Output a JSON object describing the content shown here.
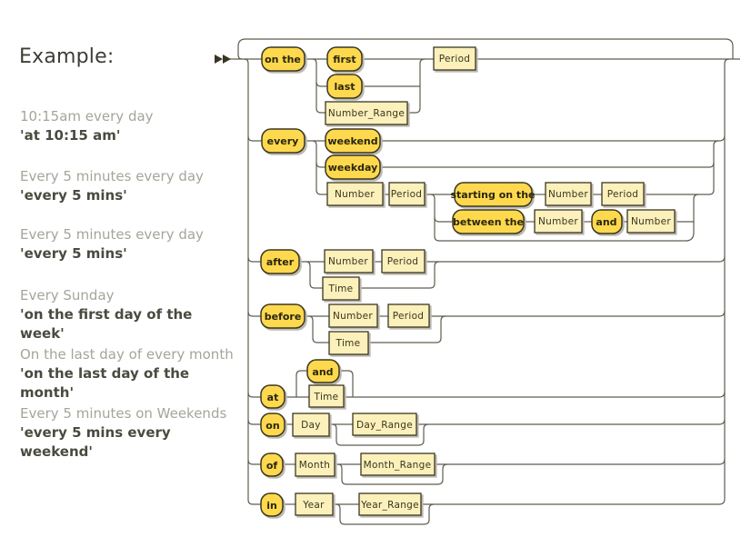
{
  "sidebar": {
    "heading": "Example:",
    "examples": [
      {
        "description": "10:15am every day",
        "expression": "'at 10:15 am'"
      },
      {
        "description": "Every 5 minutes every day",
        "expression": "'every 5 mins'"
      },
      {
        "description": "Every 5 minutes every day",
        "expression": "'every 5 mins'"
      },
      {
        "description": "Every Sunday",
        "expression": "'on the first day of the week'"
      },
      {
        "description": "On the last day of every month",
        "expression": "'on the last day of the month'"
      },
      {
        "description": "Every 5 minutes on Weekends",
        "expression": "'every 5 mins every weekend'"
      }
    ]
  },
  "diagram": {
    "type": "railroad-syntax-diagram",
    "labels": {
      "on_the": "on the",
      "first": "first",
      "last": "last",
      "number_range": "Number_Range",
      "period": "Period",
      "every": "every",
      "weekend": "weekend",
      "weekday": "weekday",
      "number": "Number",
      "starting_on_the": "starting on the",
      "between_the": "between the",
      "and": "and",
      "after": "after",
      "before": "before",
      "time": "Time",
      "at": "at",
      "on": "on",
      "day": "Day",
      "day_range": "Day_Range",
      "of": "of",
      "month": "Month",
      "month_range": "Month_Range",
      "in": "in",
      "year": "Year",
      "year_range": "Year_Range"
    },
    "branches": [
      "on the (first | last | Number_Range) Period",
      "every (weekend | weekday | Number Period (starting on the Number Period | between the Number and Number)?)",
      "after (Number Period | Time)",
      "before (Number Period | Time)",
      "at Time (and Time)*",
      "on Day Day_Range?",
      "of Month Month_Range?",
      "in Year Year_Range?"
    ],
    "colors": {
      "terminal_fill": "#ffd94d",
      "nonterminal_fill": "#fcf0bb",
      "stroke": "#3a3623",
      "line": "#5f5d51",
      "shadow": "#bcbab0"
    }
  }
}
